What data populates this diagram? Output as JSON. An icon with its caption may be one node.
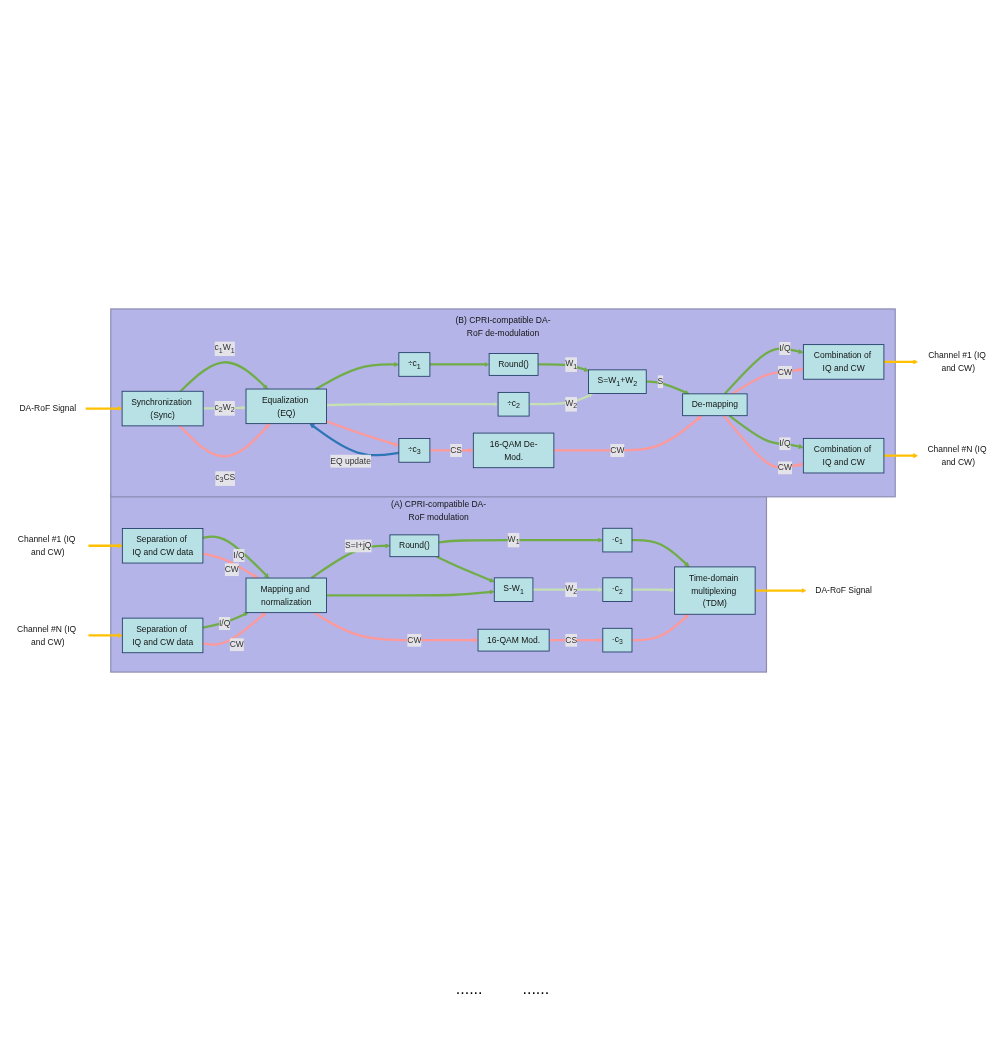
{
  "diagram": {
    "nodes": [
      {
        "text": [
          "(A) CPRI-compatible DA-RoF modulation"
        ]
      },
      {
        "text": [
          "Channel #1 (IQ and CW)"
        ]
      },
      {
        "text": [
          "Channel #N (IQ and CW)"
        ]
      },
      {
        "text": [
          "Separation of IQ and CW data"
        ],
        "in": 0
      },
      {
        "text": [
          "Separation of IQ and CW data"
        ],
        "in": 0
      },
      {
        "text": [
          "Mapping and normalization"
        ],
        "in": 0
      },
      {
        "text": [
          "Round()"
        ],
        "in": 0
      },
      {
        "text": [
          "S-W$_{1}$"
        ],
        "in": 0
      },
      {
        "text": [
          "16-QAM Mod."
        ],
        "in": 0
      },
      {
        "text": [
          "·c$_{1}$"
        ],
        "in": 0
      },
      {
        "text": [
          "·c$_{2}$"
        ],
        "in": 0
      },
      {
        "text": [
          "·c$_{3}$"
        ],
        "in": 0
      },
      {
        "text": [
          "Time-domain multiplexing (TDM)"
        ],
        "in": 0
      },
      {
        "text": [
          "DA-RoF Signal"
        ]
      },
      {
        "text": [
          "(B) CPRI-compatible DA-RoF de-modulation"
        ]
      },
      {
        "text": [
          "DA-RoF Signal"
        ]
      },
      {
        "text": [
          "Synchronization (Sync)"
        ],
        "in": 14
      },
      {
        "text": [
          "Equalization (EQ)"
        ],
        "in": 14
      },
      {
        "text": [
          "÷c$_{1}$"
        ],
        "in": 14
      },
      {
        "text": [
          "÷c$_{2}$"
        ],
        "in": 14
      },
      {
        "text": [
          "÷c$_{3}$"
        ],
        "in": 14
      },
      {
        "text": [
          "Round()"
        ],
        "in": 14
      },
      {
        "text": [
          "S=W$_{1}$+W$_{2}$"
        ],
        "in": 14
      },
      {
        "text": [
          "16-QAM De-Mod."
        ],
        "in": 14
      },
      {
        "text": [
          "De-mapping"
        ],
        "in": 14
      },
      {
        "text": [
          "Combination of IQ and CW"
        ],
        "in": 14
      },
      {
        "text": [
          "Combination of IQ and CW"
        ],
        "in": 14
      },
      {
        "text": [
          "Channel #1 (IQ and CW)"
        ]
      },
      {
        "text": [
          "Channel #N (IQ and CW)"
        ]
      }
    ],
    "edges": [
      {
        "from": 1,
        "to": 3,
        "arrow": "to",
        "color": "#ffc000"
      },
      {
        "from": 2,
        "to": 4,
        "arrow": "to",
        "color": "#ffc000"
      },
      {
        "from": 3,
        "to": 5,
        "arrow": "to",
        "label": "I/Q"
      },
      {
        "from": 3,
        "to": 5,
        "arrow": "to",
        "label": "CW",
        "color": "#ff9999"
      },
      {
        "from": 4,
        "to": 5,
        "arrow": "to",
        "label": "I/Q"
      },
      {
        "from": 4,
        "to": 5,
        "arrow": "to",
        "label": "CW",
        "color": "#ff9999"
      },
      {
        "from": 5,
        "to": 6,
        "arrow": "to",
        "label": "S=I+jQ"
      },
      {
        "from": 5,
        "to": 7,
        "arrow": "to"
      },
      {
        "from": 6,
        "to": 9,
        "arrow": "to",
        "label": "W$_{1}$"
      },
      {
        "from": 6,
        "to": 7,
        "arrow": "to"
      },
      {
        "from": 7,
        "to": 10,
        "arrow": "to",
        "label": "W$_{2}$",
        "color": "#c6e0b4"
      },
      {
        "from": 5,
        "to": 8,
        "arrow": "to",
        "label": "CW",
        "color": "#ff9999"
      },
      {
        "from": 8,
        "to": 11,
        "arrow": "to",
        "label": "CS",
        "color": "#ff9999"
      },
      {
        "from": 9,
        "to": 12,
        "arrow": "to"
      },
      {
        "from": 10,
        "to": 12,
        "arrow": "to",
        "color": "#c6e0b4"
      },
      {
        "from": 11,
        "to": 12,
        "arrow": "to",
        "color": "#ff9999"
      },
      {
        "from": 12,
        "to": 13,
        "arrow": "to",
        "color": "#ffc000"
      },
      {
        "from": 15,
        "to": 16,
        "arrow": "to",
        "color": "#ffc000"
      },
      {
        "from": 16,
        "to": 17,
        "arrow": "to",
        "label": "c$_{1}$W$_{1}$"
      },
      {
        "from": 16,
        "to": 17,
        "arrow": "to",
        "label": "c$_{2}$W$_{2}$",
        "color": "#c6e0b4"
      },
      {
        "from": 16,
        "to": 17,
        "arrow": "to",
        "label": "c$_{3}$CS",
        "color": "#ff9999"
      },
      {
        "from": 17,
        "to": 18,
        "arrow": "to"
      },
      {
        "from": 17,
        "to": 19,
        "arrow": "to",
        "color": "#c6e0b4"
      },
      {
        "from": 17,
        "to": 20,
        "arrow": "to",
        "color": "#ff9999"
      },
      {
        "from": 18,
        "to": 21,
        "arrow": "to"
      },
      {
        "from": 21,
        "to": 22,
        "arrow": "to",
        "label": "W$_{1}$"
      },
      {
        "from": 19,
        "to": 22,
        "arrow": "to",
        "label": "W$_{2}$",
        "color": "#c6e0b4"
      },
      {
        "from": 22,
        "to": 24,
        "arrow": "to",
        "label": "S"
      },
      {
        "from": 20,
        "to": 23,
        "arrow": "to",
        "label": "CS",
        "color": "#ff9999"
      },
      {
        "from": 23,
        "to": 24,
        "arrow": "to",
        "label": "CW",
        "color": "#ff9999"
      },
      {
        "from": 20,
        "to": 17,
        "arrow": "to",
        "label": "EQ update",
        "color": "#2e75b6"
      },
      {
        "from": 24,
        "to": 25,
        "arrow": "to",
        "label": "I/Q"
      },
      {
        "from": 24,
        "to": 25,
        "arrow": "to",
        "label": "CW",
        "color": "#ff9999"
      },
      {
        "from": 24,
        "to": 26,
        "arrow": "to",
        "label": "I/Q"
      },
      {
        "from": 24,
        "to": 26,
        "arrow": "to",
        "label": "CW",
        "color": "#ff9999"
      },
      {
        "from": 25,
        "to": 27,
        "arrow": "to",
        "color": "#ffc000"
      },
      {
        "from": 26,
        "to": 28,
        "arrow": "to",
        "color": "#ffc000"
      }
    ],
    "labels": [
      "......",
      "......"
    ]
  }
}
